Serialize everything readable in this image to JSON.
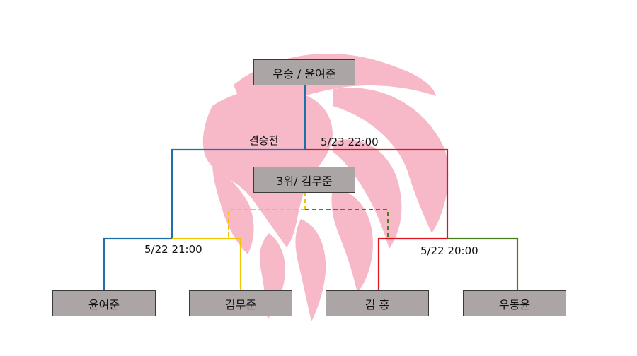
{
  "bracket": {
    "winner_box": "우승 / 윤여준",
    "third_place_box": "3위/ 김무준",
    "final_label": "결승전",
    "final_time": "5/23 22:00",
    "semifinal_left_time": "5/22 21:00",
    "semifinal_right_time": "5/22 20:00",
    "players": [
      "윤여준",
      "김무준",
      "김 홍",
      "우동윤"
    ]
  },
  "colors": {
    "blue": "#1f6fa8",
    "red": "#e0141c",
    "yellow": "#f2c500",
    "green": "#4a7d1f",
    "box_fill": "#aba5a5",
    "logo": "#f7b8c8"
  },
  "logo": {
    "icon": "lion-head-watermark"
  }
}
